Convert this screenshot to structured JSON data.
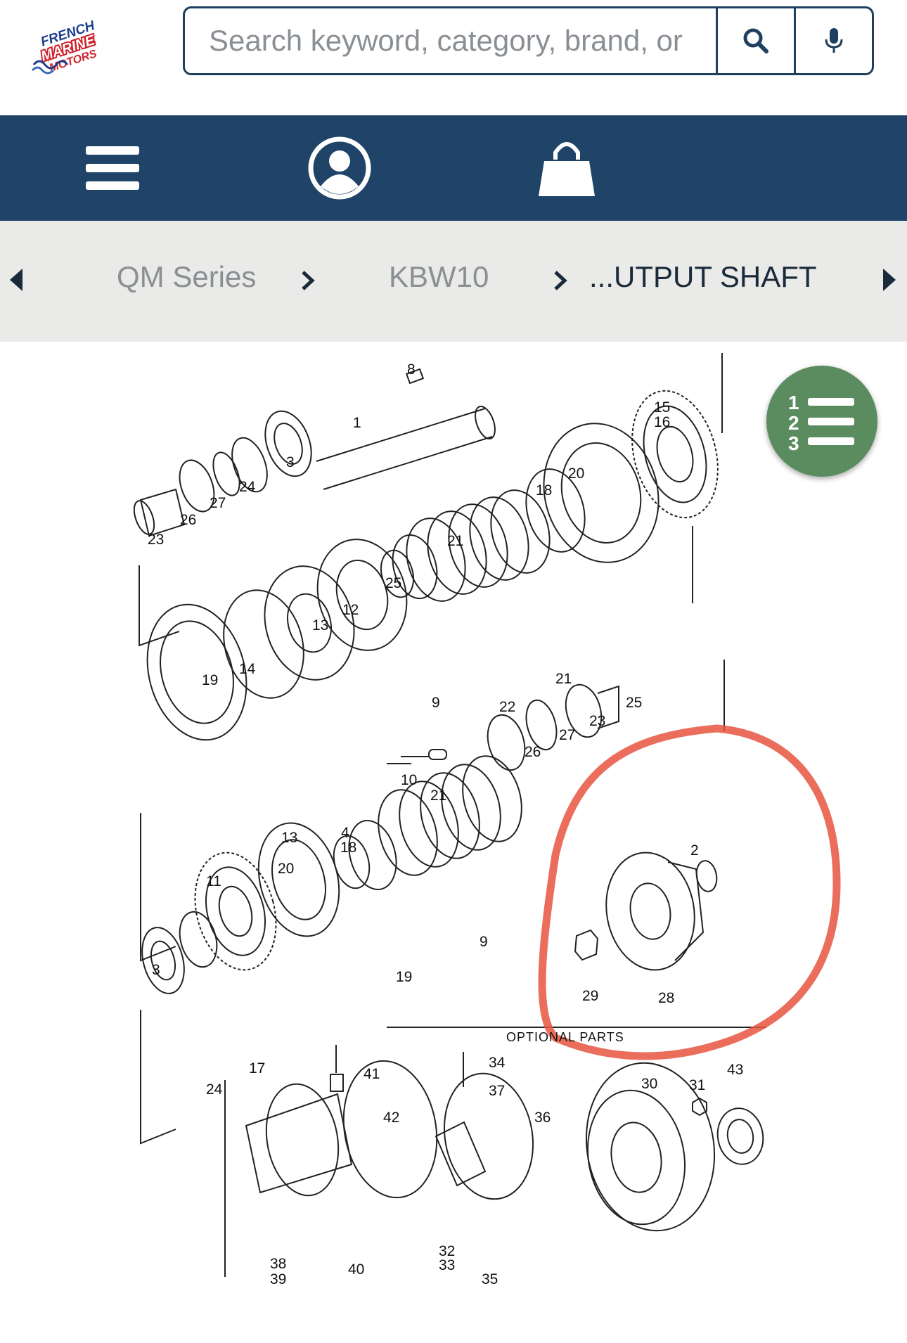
{
  "header": {
    "logo_text": [
      "FRENCH",
      "MARINE",
      "MOTORS"
    ],
    "search_placeholder": "Search keyword, category, brand, or pa"
  },
  "nav": {
    "icons": [
      "menu-icon",
      "account-icon",
      "shopping-bag-icon"
    ]
  },
  "breadcrumb": {
    "items": [
      "QM Series",
      "KBW10",
      "...UTPUT SHAFT"
    ]
  },
  "diagram": {
    "section_label": "OPTIONAL PARTS",
    "part_numbers": [
      "8",
      "1",
      "3",
      "24",
      "27",
      "26",
      "23",
      "15",
      "16",
      "20",
      "18",
      "21",
      "25",
      "12",
      "13",
      "14",
      "19",
      "22",
      "9",
      "10",
      "4",
      "11",
      "2",
      "29",
      "28",
      "17",
      "41",
      "34",
      "37",
      "36",
      "42",
      "30",
      "31",
      "43",
      "38",
      "39",
      "40",
      "32",
      "33",
      "35"
    ]
  },
  "colors": {
    "nav_bg": "#1f4467",
    "breadcrumb_bg": "#eaeae8",
    "fab_bg": "#5b8c60",
    "highlight": "#e8553f"
  }
}
